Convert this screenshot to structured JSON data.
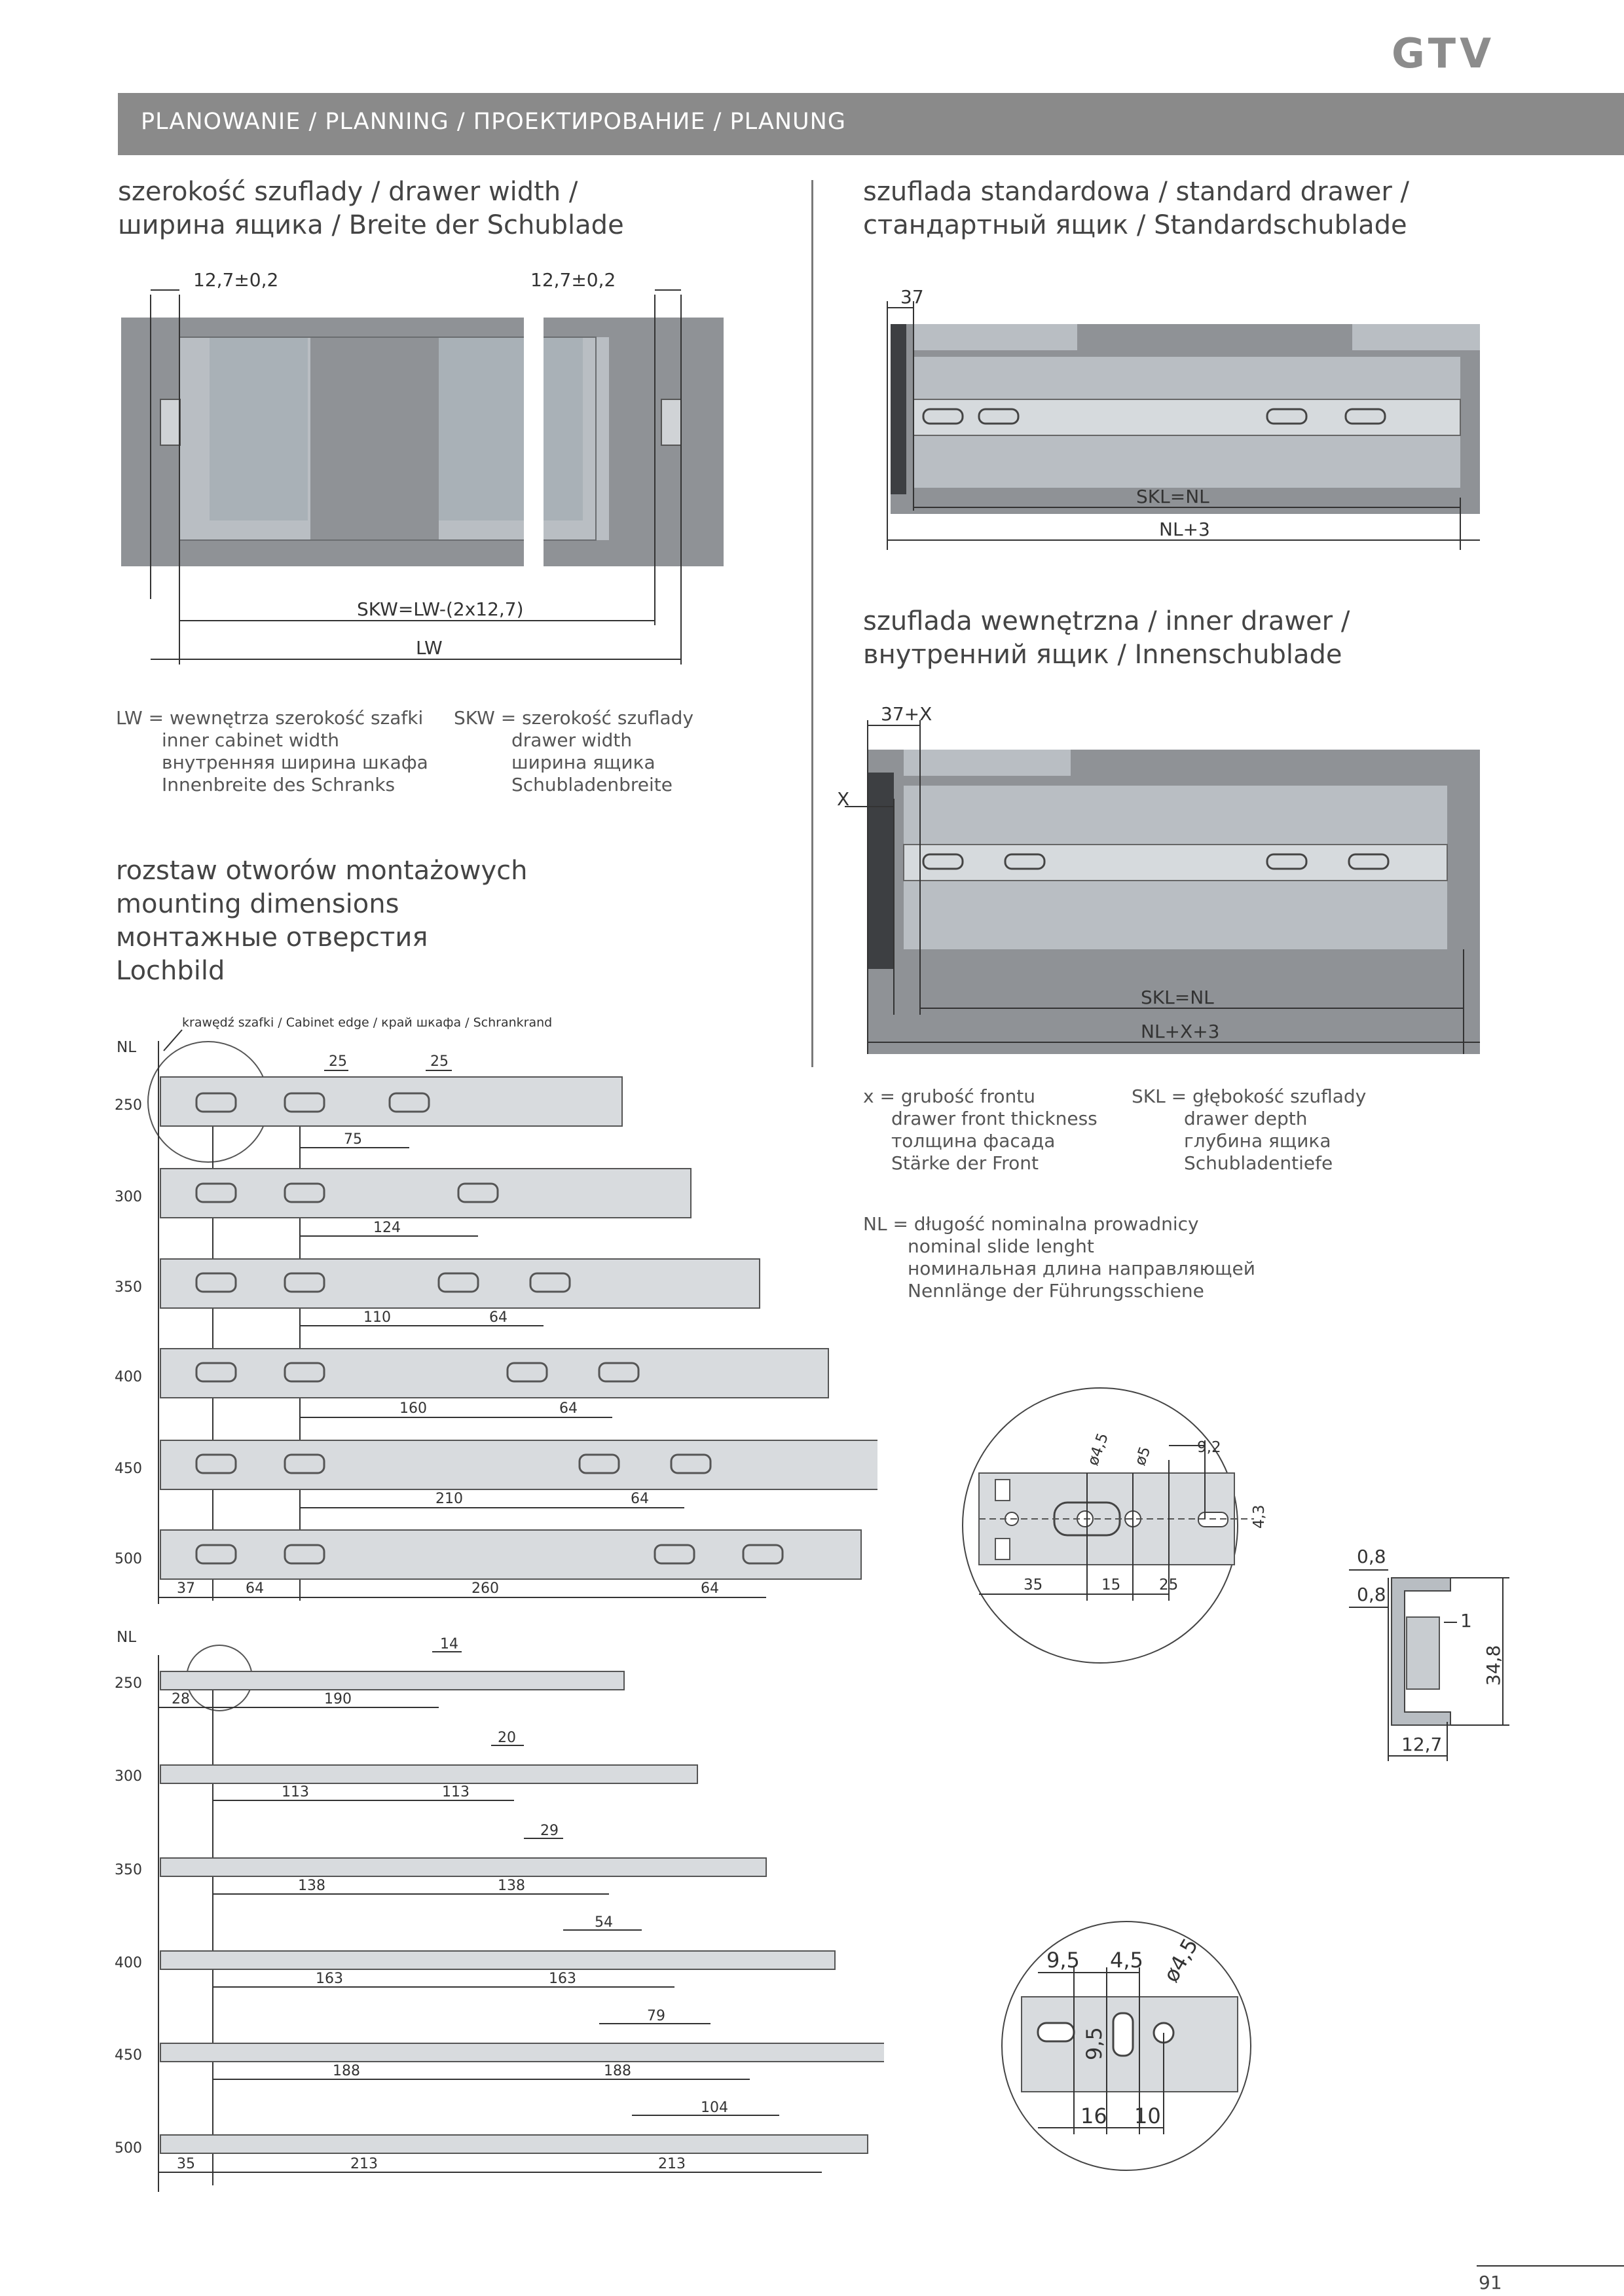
{
  "brand": {
    "logo": "GTV"
  },
  "header": {
    "title": "PLANOWANIE / PLANNING / ПРОЕКТИРОВАНИЕ / PLANUNG"
  },
  "drawer_width": {
    "title_1": "szerokość szuflady / drawer width /",
    "title_2": "ширина ящика / Breite der Schublade",
    "dim_left": "12,7±0,2",
    "dim_right": "12,7±0,2",
    "dim_skw": "SKW=LW-(2x12,7)",
    "dim_lw": "LW",
    "legend_lw": [
      "LW = wewnętrza szerokość szafki",
      "inner cabinet width",
      "внутренняя ширина шкафа",
      "Innenbreite des Schranks"
    ],
    "legend_skw": [
      "SKW = szerokość szuflady",
      "drawer width",
      "ширина ящика",
      "Schubladenbreite"
    ]
  },
  "standard_drawer": {
    "title_1": "szuflada standardowa / standard drawer /",
    "title_2": "стандартный ящик / Standardschublade",
    "dim_37": "37",
    "dim_skl": "SKL=NL",
    "dim_nl3": "NL+3"
  },
  "inner_drawer": {
    "title_1": "szuflada wewnętrzna / inner drawer /",
    "title_2": "внутренний ящик / Innenschublade",
    "dim_37x": "37+X",
    "dim_x": "X",
    "dim_skl": "SKL=NL",
    "dim_nlx3": "NL+X+3"
  },
  "legend_right": {
    "x": [
      "x = grubość frontu",
      "drawer front thickness",
      "толщина фасада",
      "Stärke der Front"
    ],
    "skl": [
      "SKL = głębokość szuflady",
      "drawer depth",
      "глубина ящика",
      "Schubladentiefe"
    ],
    "nl": [
      "NL = długość nominalna prowadnicy",
      "nominal slide lenght",
      "номинальная длина направляющей",
      "Nennlänge der Führungsschiene"
    ]
  },
  "mounting": {
    "title": [
      "rozstaw otworów montażowych",
      "mounting dimensions",
      "монтажные отверстия",
      "Lochbild"
    ],
    "cabinet_edge": "krawędź szafki / Cabinet edge / край шкафа / Schrankrand",
    "nl_label": "NL",
    "top_rows": [
      {
        "nl": "250",
        "dims": [
          "75"
        ]
      },
      {
        "nl": "300",
        "dims": [
          "124"
        ]
      },
      {
        "nl": "350",
        "dims": [
          "110",
          "64"
        ]
      },
      {
        "nl": "400",
        "dims": [
          "160",
          "64"
        ]
      },
      {
        "nl": "450",
        "dims": [
          "210",
          "64"
        ]
      },
      {
        "nl": "500",
        "dims": [
          "260",
          "64"
        ]
      }
    ],
    "top_dims_25": [
      "25",
      "25"
    ],
    "top_bottom_dims": [
      "37",
      "64",
      "260",
      "64"
    ],
    "bottom_rows": [
      {
        "nl": "250",
        "top": "14",
        "dims": [
          "190"
        ]
      },
      {
        "nl": "300",
        "top": "20",
        "dims": [
          "113",
          "113"
        ]
      },
      {
        "nl": "350",
        "top": "29",
        "dims": [
          "138",
          "138"
        ]
      },
      {
        "nl": "400",
        "top": "54",
        "dims": [
          "163",
          "163"
        ]
      },
      {
        "nl": "450",
        "top": "79",
        "dims": [
          "188",
          "188"
        ]
      },
      {
        "nl": "500",
        "top": "104",
        "dims": [
          "213",
          "213"
        ]
      }
    ],
    "bottom_first_dims": [
      "28",
      "35"
    ]
  },
  "detail_top": {
    "d45": "ø4,5",
    "d5": "ø5",
    "d92": "9,2",
    "d43": "4,3",
    "d35": "35",
    "d15": "15",
    "d25": "25"
  },
  "profile": {
    "d08a": "0,8",
    "d08b": "0,8",
    "d1": "1",
    "d348": "34,8",
    "d127": "12,7"
  },
  "detail_bottom": {
    "d95a": "9,5",
    "d45": "4,5",
    "dphi": "ø4,5",
    "d95b": "9,5",
    "d16": "16",
    "d10": "10"
  },
  "page_number": "91"
}
